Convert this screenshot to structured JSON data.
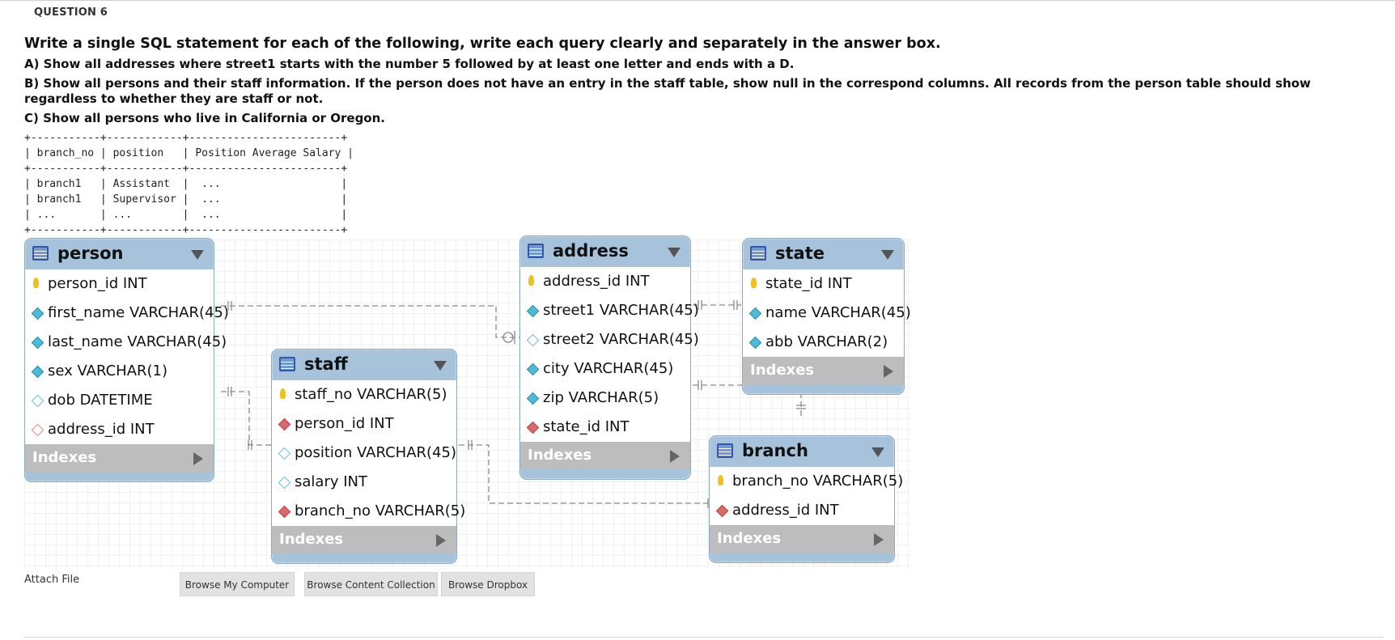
{
  "question": {
    "label": "QUESTION 6",
    "instruction": "Write a single SQL statement for each of the following, write each query clearly and separately in the answer box.",
    "part_a": "A) Show all addresses where street1 starts with the number 5 followed by at least one letter and ends with a D.",
    "part_b": "B) Show all persons and their staff information. If the person does not have an entry in the staff table, show null in the correspond columns. All records from the person table should show regardless to whether they are staff or not.",
    "part_c": "C) Show all persons who live in California or Oregon."
  },
  "ascii_table": "+-----------+------------+------------------------+\n| branch_no | position   | Position Average Salary |\n+-----------+------------+------------------------+\n| branch1   | Assistant  |  ...                   |\n| branch1   | Supervisor |  ...                   |\n| ...       | ...        |  ...                   |\n+-----------+------------+------------------------+",
  "entities": {
    "person": {
      "name": "person",
      "columns": [
        "person_id INT",
        "first_name VARCHAR(45)",
        "last_name VARCHAR(45)",
        "sex VARCHAR(1)",
        "dob DATETIME",
        "address_id INT"
      ],
      "indexes": "Indexes"
    },
    "staff": {
      "name": "staff",
      "columns": [
        "staff_no VARCHAR(5)",
        "person_id INT",
        "position VARCHAR(45)",
        "salary INT",
        "branch_no VARCHAR(5)"
      ],
      "indexes": "Indexes"
    },
    "address": {
      "name": "address",
      "columns": [
        "address_id INT",
        "street1 VARCHAR(45)",
        "street2 VARCHAR(45)",
        "city VARCHAR(45)",
        "zip VARCHAR(5)",
        "state_id INT"
      ],
      "indexes": "Indexes"
    },
    "state": {
      "name": "state",
      "columns": [
        "state_id INT",
        "name VARCHAR(45)",
        "abb VARCHAR(2)"
      ],
      "indexes": "Indexes"
    },
    "branch": {
      "name": "branch",
      "columns": [
        "branch_no VARCHAR(5)",
        "address_id INT"
      ],
      "indexes": "Indexes"
    }
  },
  "attach": {
    "label": "Attach File",
    "browse_computer": "Browse My Computer",
    "browse_collection": "Browse Content Collection",
    "browse_dropbox": "Browse Dropbox"
  },
  "icons": [
    "table-icon",
    "primary-key-icon",
    "column-diamond-icon",
    "foreign-key-icon",
    "dropdown-arrow-icon",
    "expand-arrow-icon"
  ],
  "colors": {
    "entity_header": "#a7c3dc",
    "indexes_bar": "#bdbdbd"
  }
}
